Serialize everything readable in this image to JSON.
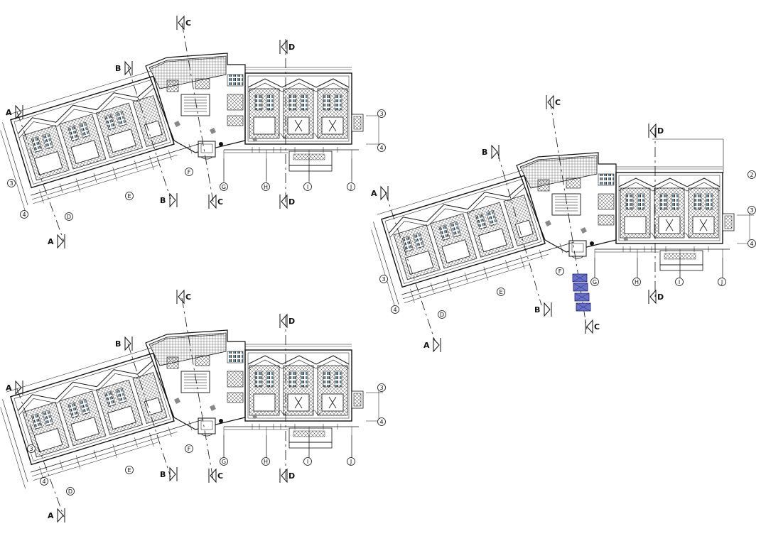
{
  "colors": {
    "line": "#111111",
    "glazing": "#5a7f95",
    "hatch": "#444444",
    "highlight_fill": "#6a72c8",
    "highlight_stroke": "#1a1f7a",
    "background": "#ffffff"
  },
  "section_marks": {
    "a": "A",
    "b": "B",
    "c": "C",
    "d": "D"
  },
  "grid_labels": {
    "d": "D",
    "e": "E",
    "f": "F",
    "g": "G",
    "h": "H",
    "i": "I",
    "j": "J",
    "n2": "2",
    "n3": "3",
    "n4": "4"
  },
  "plans": [
    {
      "name": "plan-top-left"
    },
    {
      "name": "plan-right"
    },
    {
      "name": "plan-bottom-left"
    }
  ]
}
